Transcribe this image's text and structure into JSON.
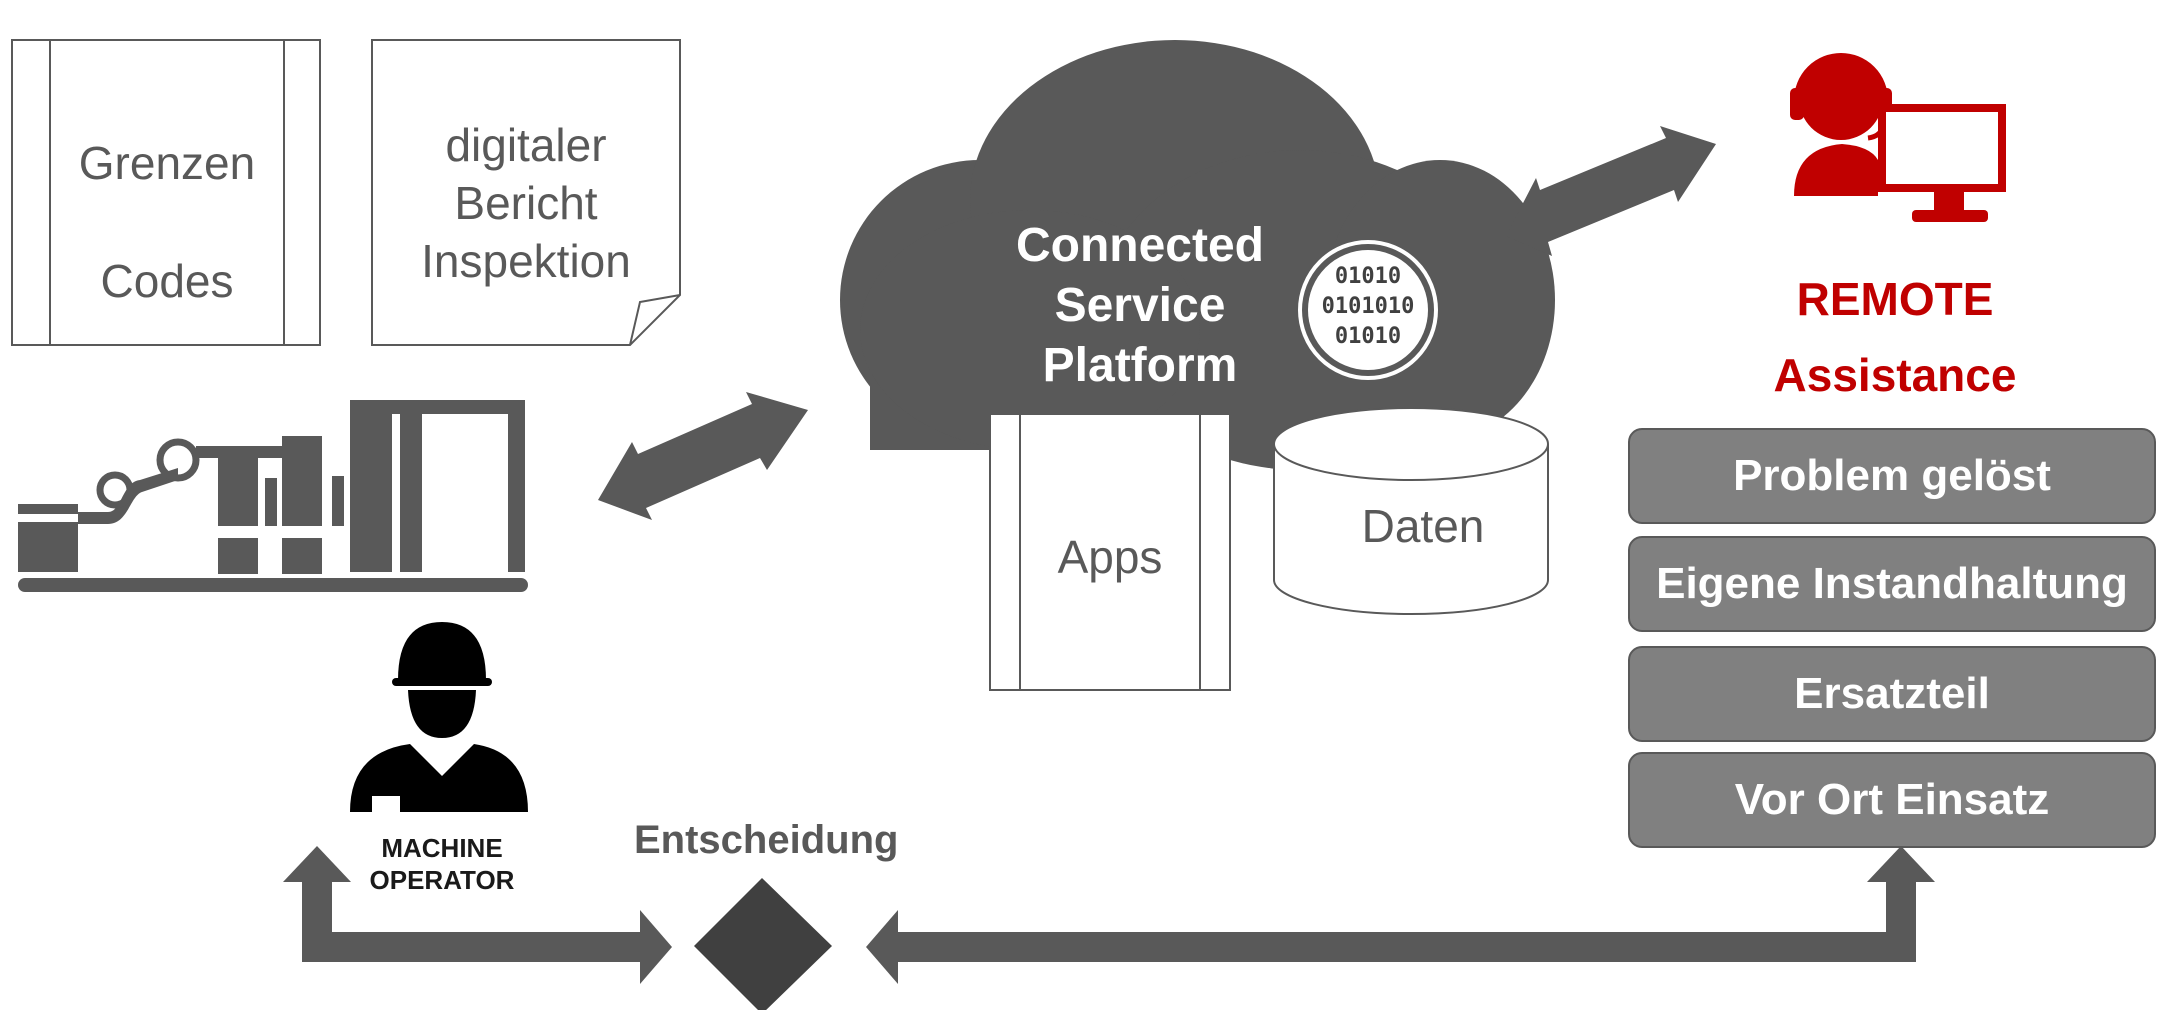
{
  "documents": {
    "limits_codes": {
      "line1": "Grenzen",
      "line2": "Codes"
    },
    "report": {
      "line1": "digitaler",
      "line2": "Bericht",
      "line3": "Inspektion"
    }
  },
  "cloud": {
    "title_line1": "Connected",
    "title_line2": "Service",
    "title_line3": "Platform",
    "binary_line1": "01010",
    "binary_line2": "0101010",
    "binary_line3": "01010",
    "apps_label": "Apps",
    "data_label": "Daten"
  },
  "remote": {
    "title_line1": "REMOTE",
    "title_line2": "Assistance",
    "options": [
      "Problem gelöst",
      "Eigene Instandhaltung",
      "Ersatzteil",
      "Vor Ort Einsatz"
    ]
  },
  "operator": {
    "label_line1": "MACHINE",
    "label_line2": "OPERATOR"
  },
  "decision": {
    "label": "Entscheidung"
  },
  "colors": {
    "dark_gray": "#595959",
    "medium_gray": "#808080",
    "accent_red": "#c00000"
  }
}
